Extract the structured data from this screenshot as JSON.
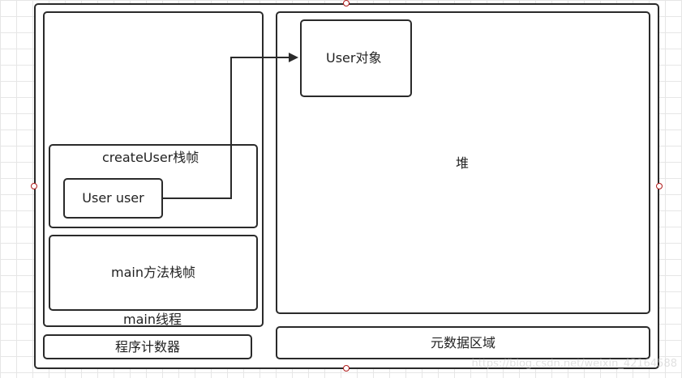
{
  "diagram": {
    "create_user_frame": "createUser栈帧",
    "user_var": "User user",
    "main_frame": "main方法栈帧",
    "main_thread": "main线程",
    "program_counter": "程序计数器",
    "user_object": "User对象",
    "heap": "堆",
    "metadata_area": "元数据区域"
  },
  "watermark": "https://blog.csdn.net/weixin_42164588"
}
